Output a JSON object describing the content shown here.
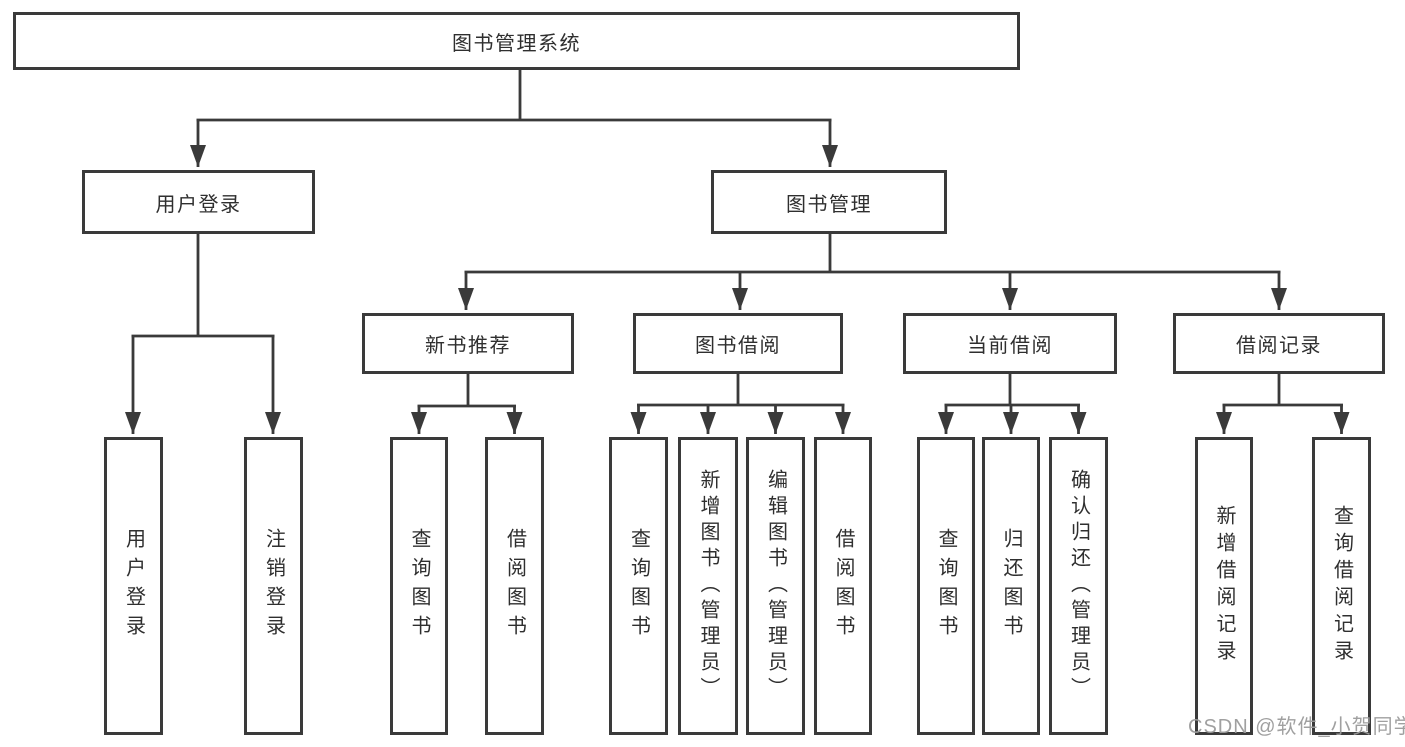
{
  "diagram": {
    "type": "hierarchy-tree",
    "colors": {
      "line": "#3a3a3a",
      "box_border": "#3a3a3a",
      "box_background": "#ffffff",
      "text": "#2f2f2f",
      "watermark": "#9b9b9b"
    },
    "tree": {
      "label": "图书管理系统",
      "children": [
        {
          "label": "用户登录",
          "children": [
            {
              "label": "用户登录"
            },
            {
              "label": "注销登录"
            }
          ]
        },
        {
          "label": "图书管理",
          "children": [
            {
              "label": "新书推荐",
              "children": [
                {
                  "label": "查询图书"
                },
                {
                  "label": "借阅图书"
                }
              ]
            },
            {
              "label": "图书借阅",
              "children": [
                {
                  "label": "查询图书"
                },
                {
                  "label": "新增图书（管理员）"
                },
                {
                  "label": "编辑图书（管理员）"
                },
                {
                  "label": "借阅图书"
                }
              ]
            },
            {
              "label": "当前借阅",
              "children": [
                {
                  "label": "查询图书"
                },
                {
                  "label": "归还图书"
                },
                {
                  "label": "确认归还（管理员）"
                }
              ]
            },
            {
              "label": "借阅记录",
              "children": [
                {
                  "label": "新增借阅记录"
                },
                {
                  "label": "查询借阅记录"
                }
              ]
            }
          ]
        }
      ]
    },
    "watermark": "CSDN @软件_小贺同学"
  }
}
